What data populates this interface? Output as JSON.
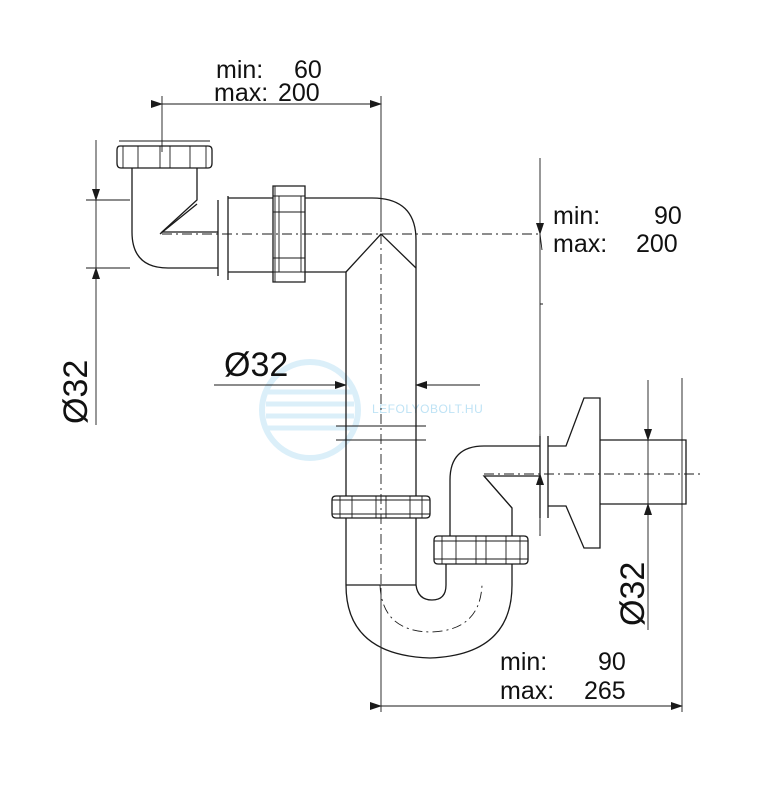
{
  "dimensions": {
    "top_offset": {
      "min_label": "min:",
      "min_value": "60",
      "max_label": "max:",
      "max_value": "200"
    },
    "right_height": {
      "min_label": "min:",
      "min_value": "90",
      "max_label": "max:",
      "max_value": "200"
    },
    "bottom_offset": {
      "min_label": "min:",
      "min_value": "90",
      "max_label": "max:",
      "max_value": "265"
    },
    "inlet_diameter": "Ø32",
    "pipe_diameter": "Ø32",
    "outlet_diameter": "Ø32"
  },
  "watermark": {
    "text": "LEFOLYOBOLT.HU",
    "color": "#bfe3f5"
  },
  "colors": {
    "line": "#1a1a1a",
    "background": "#ffffff"
  }
}
